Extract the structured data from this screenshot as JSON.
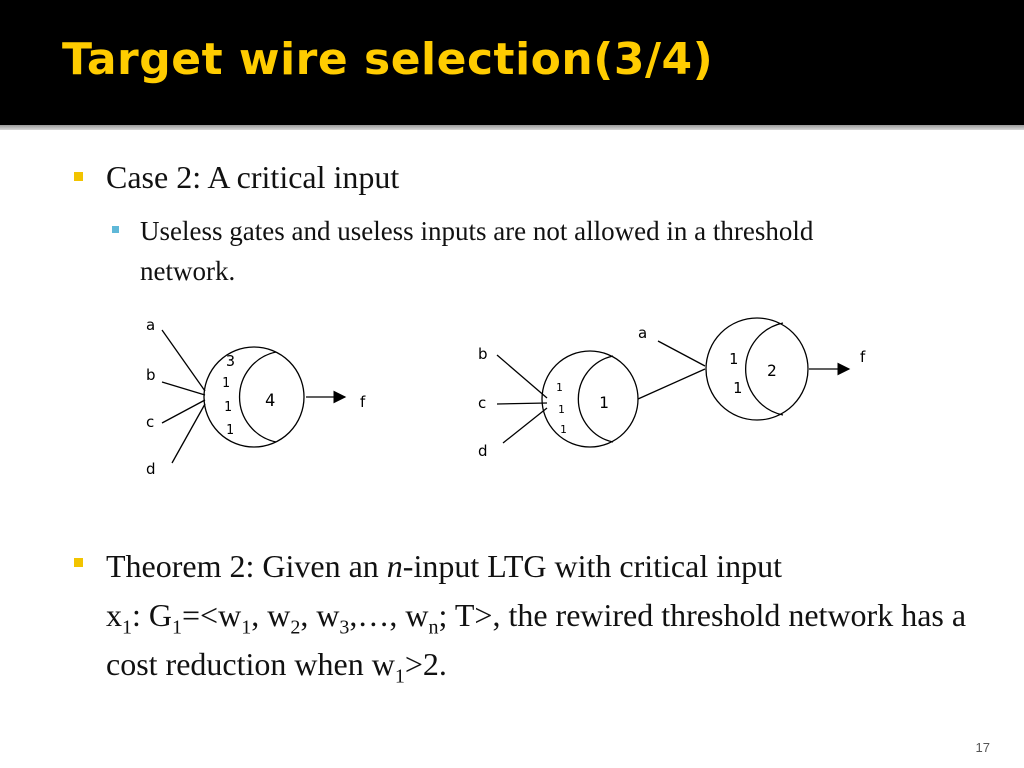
{
  "slide": {
    "title": "Target wire selection(3/4)",
    "page_number": "17",
    "bullet1": "Case 2: A critical input",
    "bullet1_sub": "Useless gates and useless inputs are not allowed in a threshold network.",
    "theorem": {
      "t1": "Theorem 2: Given an ",
      "n_italic": "n",
      "t2": "-input LTG with critical input",
      "x": "x",
      "x_sub": "1",
      "t3": ": G",
      "g_sub": "1",
      "t4": "=<w",
      "w1_sub": "1",
      "t5": ", w",
      "w2_sub": "2",
      "t6": ", w",
      "w3_sub": "3",
      "t7": ",…, w",
      "wn_sub": "n",
      "t8": "; T>, the rewired threshold network has a cost reduction when w",
      "w1b_sub": "1",
      "t9": ">2."
    }
  },
  "diagram_left": {
    "inputs": [
      "a",
      "b",
      "c",
      "d"
    ],
    "weights": [
      "3",
      "1",
      "1",
      "1"
    ],
    "threshold": "4",
    "output": "f"
  },
  "diagram_right": {
    "gate1_inputs": [
      "b",
      "c",
      "d"
    ],
    "gate1_weights": [
      "1",
      "1",
      "1"
    ],
    "gate1_threshold": "1",
    "gate2_input": "a",
    "gate2_weights": [
      "1",
      "1"
    ],
    "gate2_threshold": "2",
    "output": "f"
  }
}
